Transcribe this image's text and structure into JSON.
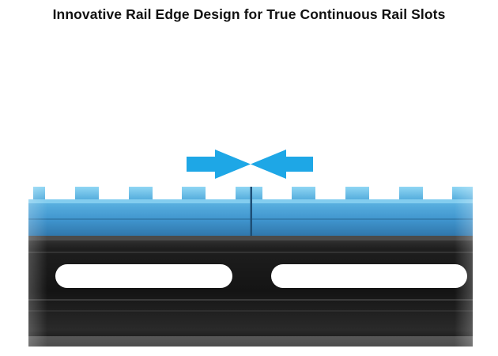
{
  "headline": "Innovative Rail Edge Design for True Continuous Rail Slots",
  "illustration": {
    "subject": "two rail sections joined end to end on a handguard",
    "arrows": "two arrows pointing toward the rail seam",
    "colors": {
      "rail_blue": "#4aa3d8",
      "rail_blue_top": "#7ccdf0",
      "arrow_blue": "#1ea7e6",
      "handguard_black": "#1c1c1c",
      "slot_white": "#ffffff"
    }
  }
}
